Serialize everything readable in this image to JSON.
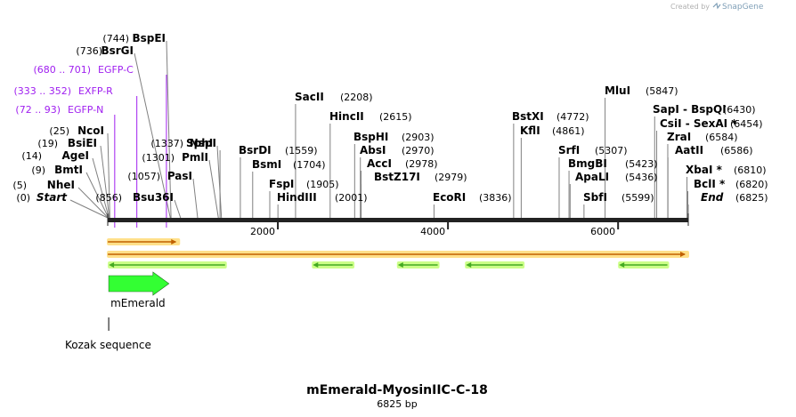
{
  "credit": {
    "prefix": "Created by",
    "brand": "SnapGene"
  },
  "map": {
    "title": "mEmerald-MyosinIIC-C-18",
    "length_label": "6825 bp",
    "total_bp": 6825,
    "axis_ticks": [
      2000,
      4000,
      6000
    ]
  },
  "sites": [
    {
      "name": "Start",
      "pos": "(0)",
      "bp": 0,
      "side": "left",
      "italic": true
    },
    {
      "name": "NheI",
      "pos": "(5)",
      "bp": 5,
      "side": "left"
    },
    {
      "name": "BmtI",
      "pos": "(9)",
      "bp": 9,
      "side": "left"
    },
    {
      "name": "AgeI",
      "pos": "(14)",
      "bp": 14,
      "side": "left"
    },
    {
      "name": "BsiEI",
      "pos": "(19)",
      "bp": 19,
      "side": "left"
    },
    {
      "name": "NcoI",
      "pos": "(25)",
      "bp": 25,
      "side": "left"
    },
    {
      "name": "BsrGI",
      "pos": "(736)",
      "bp": 736,
      "side": "left"
    },
    {
      "name": "BspEI",
      "pos": "(744)",
      "bp": 744,
      "side": "left"
    },
    {
      "name": "Bsu36I",
      "pos": "(856)",
      "bp": 856,
      "side": "left"
    },
    {
      "name": "PasI",
      "pos": "(1057)",
      "bp": 1057,
      "side": "left"
    },
    {
      "name": "PmlI",
      "pos": "(1301)",
      "bp": 1301,
      "side": "left"
    },
    {
      "name": "SphI",
      "pos": "",
      "bp": 1320,
      "side": "right"
    },
    {
      "name": "NspI",
      "pos": "(1337)",
      "bp": 1337,
      "side": "left"
    },
    {
      "name": "BsrDI",
      "pos": "(1559)",
      "bp": 1559,
      "side": "right"
    },
    {
      "name": "BsmI",
      "pos": "(1704)",
      "bp": 1704,
      "side": "right"
    },
    {
      "name": "FspI",
      "pos": "(1905)",
      "bp": 1905,
      "side": "right"
    },
    {
      "name": "HindIII",
      "pos": "(2001)",
      "bp": 2001,
      "side": "right"
    },
    {
      "name": "SacII",
      "pos": "(2208)",
      "bp": 2208,
      "side": "right"
    },
    {
      "name": "HincII",
      "pos": "(2615)",
      "bp": 2615,
      "side": "right"
    },
    {
      "name": "BspHI",
      "pos": "(2903)",
      "bp": 2903,
      "side": "right"
    },
    {
      "name": "AbsI",
      "pos": "(2970)",
      "bp": 2970,
      "side": "right"
    },
    {
      "name": "AccI",
      "pos": "(2978)",
      "bp": 2978,
      "side": "right"
    },
    {
      "name": "BstZ17I",
      "pos": "(2979)",
      "bp": 2979,
      "side": "right"
    },
    {
      "name": "EcoRI",
      "pos": "(3836)",
      "bp": 3836,
      "side": "right"
    },
    {
      "name": "BstXI",
      "pos": "(4772)",
      "bp": 4772,
      "side": "right"
    },
    {
      "name": "KflI",
      "pos": "(4861)",
      "bp": 4861,
      "side": "right"
    },
    {
      "name": "SrfI",
      "pos": "(5307)",
      "bp": 5307,
      "side": "right"
    },
    {
      "name": "BmgBI",
      "pos": "(5423)",
      "bp": 5423,
      "side": "right"
    },
    {
      "name": "ApaLI",
      "pos": "(5436)",
      "bp": 5436,
      "side": "right"
    },
    {
      "name": "SbfI",
      "pos": "(5599)",
      "bp": 5599,
      "side": "right"
    },
    {
      "name": "MluI",
      "pos": "(5847)",
      "bp": 5847,
      "side": "right"
    },
    {
      "name": "SapI - BspQI",
      "pos": "(6430)",
      "bp": 6430,
      "side": "right"
    },
    {
      "name": "CsiI - SexAI *",
      "pos": "(6454)",
      "bp": 6454,
      "side": "right"
    },
    {
      "name": "ZraI",
      "pos": "(6584)",
      "bp": 6584,
      "side": "right"
    },
    {
      "name": "AatII",
      "pos": "(6586)",
      "bp": 6586,
      "side": "right"
    },
    {
      "name": "XbaI *",
      "pos": "(6810)",
      "bp": 6810,
      "side": "right"
    },
    {
      "name": "BclI *",
      "pos": "(6820)",
      "bp": 6820,
      "side": "right"
    },
    {
      "name": "End",
      "pos": "(6825)",
      "bp": 6825,
      "side": "right",
      "italic": true
    }
  ],
  "primers": [
    {
      "name": "EGFP-N",
      "range": "(72 .. 93)",
      "bp": 82
    },
    {
      "name": "EXFP-R",
      "range": "(333 .. 352)",
      "bp": 342
    },
    {
      "name": "EGFP-C",
      "range": "(680 .. 701)",
      "bp": 690
    }
  ],
  "features": [
    {
      "name": "mEmerald",
      "type": "cds",
      "start": 1,
      "end": 720,
      "strand": 1,
      "color": "#33ff33"
    },
    {
      "name": "Kozak sequence",
      "type": "misc",
      "start": 1,
      "end": 10,
      "strand": 1
    }
  ],
  "orfs": [
    {
      "start": 1,
      "end": 840,
      "strand": 1
    },
    {
      "start": 1,
      "end": 6825,
      "strand": 1
    }
  ],
  "reverse_orfs": [
    {
      "start": 1,
      "end": 1400
    },
    {
      "start": 2400,
      "end": 2900
    },
    {
      "start": 3400,
      "end": 3900
    },
    {
      "start": 4200,
      "end": 4900
    },
    {
      "start": 6000,
      "end": 6600
    }
  ],
  "colors": {
    "backbone": "#222222",
    "primer": "#a020f0",
    "orf_fill": "#c06000",
    "orf_glow": "#ffe08a",
    "rev_arrow": "#44aa22",
    "rev_glow": "#ccff88",
    "feature_stroke": "#207020"
  }
}
